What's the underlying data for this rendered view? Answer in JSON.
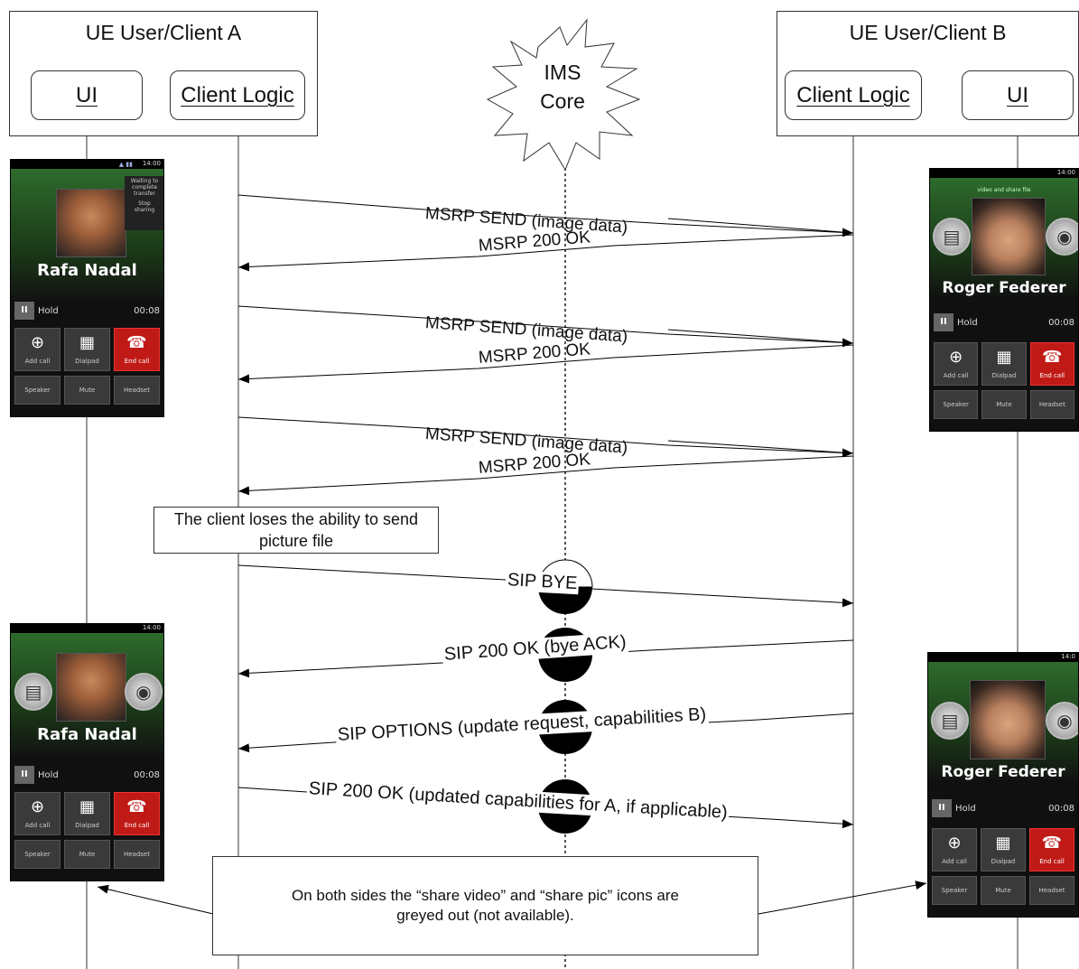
{
  "client_a": {
    "title": "UE User/Client A",
    "ui_label": "UI",
    "logic_label": "Client Logic"
  },
  "client_b": {
    "title": "UE User/Client B",
    "ui_label": "UI",
    "logic_label": "Client Logic"
  },
  "ims": {
    "line1": "IMS",
    "line2": "Core"
  },
  "messages": [
    {
      "label": "MSRP SEND (image data)",
      "from": "A",
      "to": "B"
    },
    {
      "label": "MSRP 200 OK",
      "from": "B",
      "to": "A"
    },
    {
      "label": "MSRP SEND (image data)",
      "from": "A",
      "to": "B"
    },
    {
      "label": "MSRP 200 OK",
      "from": "B",
      "to": "A"
    },
    {
      "label": "MSRP SEND (image data)",
      "from": "A",
      "to": "B"
    },
    {
      "label": "MSRP 200 OK",
      "from": "B",
      "to": "A"
    },
    {
      "label": "SIP BYE",
      "from": "A",
      "to": "B"
    },
    {
      "label": "SIP 200 OK (bye ACK)",
      "from": "B",
      "to": "A"
    },
    {
      "label": "SIP OPTIONS (update request, capabilities B)",
      "from": "B",
      "to": "A"
    },
    {
      "label": "SIP 200 OK (updated capabilities for A, if applicable)",
      "from": "A",
      "to": "B"
    }
  ],
  "notes": {
    "lose_ability": "The client loses the ability to send picture file",
    "greyed_line1": "On both sides the “share video” and “share pic” icons are",
    "greyed_line2": "greyed out (not available)."
  },
  "phones": {
    "a1": {
      "caller": "Rafa Nadal",
      "hold": "Hold",
      "timer": "00:08",
      "clock": "14:00",
      "overlay": [
        "Waiting to",
        "complete",
        "transfer",
        "Stop",
        "sharing"
      ],
      "buttons": [
        "Add call",
        "Dialpad",
        "End call"
      ],
      "buttons2": [
        "Speaker",
        "Mute",
        "Headset"
      ]
    },
    "b1": {
      "caller": "Roger Federer",
      "hold": "Hold",
      "timer": "00:08",
      "clock": "14:00",
      "topnote": "video and share file",
      "buttons": [
        "Add call",
        "Dialpad",
        "End call"
      ],
      "buttons2": [
        "Speaker",
        "Mute",
        "Headset"
      ]
    },
    "a2": {
      "caller": "Rafa Nadal",
      "hold": "Hold",
      "timer": "00:08",
      "clock": "14:00",
      "buttons": [
        "Add call",
        "Dialpad",
        "End call"
      ],
      "buttons2": [
        "Speaker",
        "Mute",
        "Headset"
      ]
    },
    "b2": {
      "caller": "Roger Federer",
      "hold": "Hold",
      "timer": "00:08",
      "clock": "14:0",
      "buttons": [
        "Add call",
        "Dialpad",
        "End call"
      ],
      "buttons2": [
        "Speaker",
        "Mute",
        "Headset"
      ]
    }
  }
}
